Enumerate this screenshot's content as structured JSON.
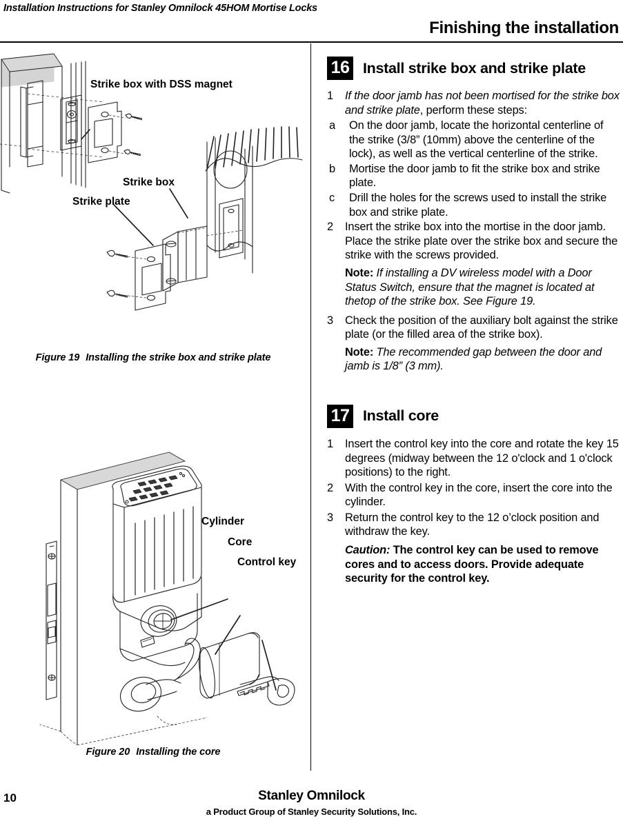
{
  "header": {
    "running_head": "Installation Instructions for Stanley Omnilock 45HOM Mortise Locks",
    "section_title": "Finishing the installation"
  },
  "figures": [
    {
      "id": "figure-19",
      "caption_number": "Figure 19",
      "caption_text": "Installing the strike box and strike plate",
      "labels": [
        "Strike box with DSS magnet",
        "Strike box",
        "Strike plate"
      ]
    },
    {
      "id": "figure-20",
      "caption_number": "Figure 20",
      "caption_text": "Installing the core",
      "labels": [
        "Cylinder",
        "Core",
        "Control key"
      ]
    }
  ],
  "sections": [
    {
      "number": "16",
      "heading": "Install strike box and strike plate",
      "steps": [
        {
          "marker": "1",
          "lead_italic": "If the door jamb has not been mortised for the strike box and strike plate",
          "text_after": ", perform these steps:",
          "substeps": [
            {
              "marker": "a",
              "text": "On the door jamb, locate the horizontal centerline of the strike (3/8” (10mm) above the centerline of the lock), as well as the vertical centerline of the strike."
            },
            {
              "marker": "b",
              "text": "Mortise the door jamb to fit the strike box and strike plate."
            },
            {
              "marker": "c",
              "text": "Drill the holes for the screws used to install the strike box and strike plate."
            }
          ]
        },
        {
          "marker": "2",
          "text": "Insert the strike box into the mortise in the door jamb. Place the strike plate over the strike box and secure the strike with the screws provided.",
          "note_label": "Note:",
          "note_text": "If installing a DV wireless model with a Door Status Switch, ensure that the magnet is located at thetop of the strike box. See Figure 19."
        },
        {
          "marker": "3",
          "text": "Check the position of the auxiliary bolt against the strike plate (or the filled area of the strike box).",
          "note_label": "Note:",
          "note_text": "The recommended gap between the door and jamb is 1/8” (3 mm)."
        }
      ]
    },
    {
      "number": "17",
      "heading": "Install core",
      "steps": [
        {
          "marker": "1",
          "text": "Insert the control key into the core and rotate the key 15 degrees (midway between the 12 o'clock and 1 o'clock positions) to the right."
        },
        {
          "marker": "2",
          "text": "With the control key in the core, insert the core into the cylinder."
        },
        {
          "marker": "3",
          "text": "Return the control key to the 12 o’clock position and withdraw the key.",
          "caution_label": "Caution:",
          "caution_text": "The control key can be used to remove cores and to access doors. Provide adequate security for the control key."
        }
      ]
    }
  ],
  "footer": {
    "page_number": "10",
    "brand": "Stanley Omnilock",
    "subtitle": "a Product Group of Stanley Security Solutions, Inc."
  },
  "colors": {
    "ink": "#000000",
    "paper": "#ffffff",
    "shading": "#d4d4d4",
    "line": "#231f20"
  }
}
